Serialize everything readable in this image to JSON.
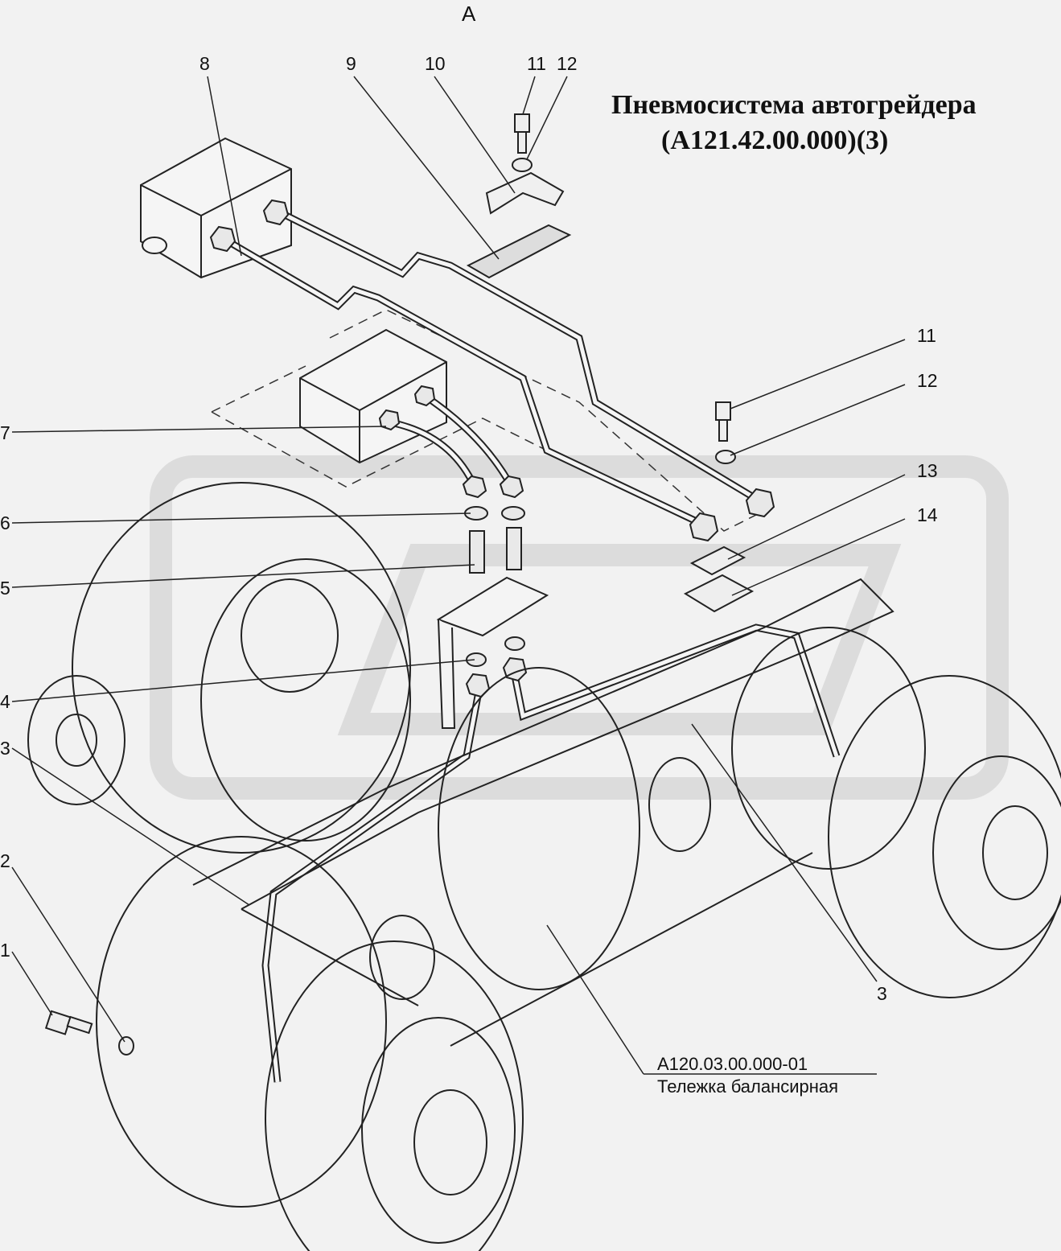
{
  "view_label": "А",
  "title": {
    "line1": "Пневмосистема автогрейдера",
    "line2": "(А121.42.00.000)(3)"
  },
  "callouts": {
    "c1": "1",
    "c2": "2",
    "c3a": "3",
    "c3b": "3",
    "c4": "4",
    "c5": "5",
    "c6": "6",
    "c7": "7",
    "c8": "8",
    "c9": "9",
    "c10": "10",
    "c11a": "11",
    "c12a": "12",
    "c11b": "11",
    "c12b": "12",
    "c13": "13",
    "c14": "14"
  },
  "assembly": {
    "code": "А120.03.00.000-01",
    "name": "Тележка балансирная"
  }
}
